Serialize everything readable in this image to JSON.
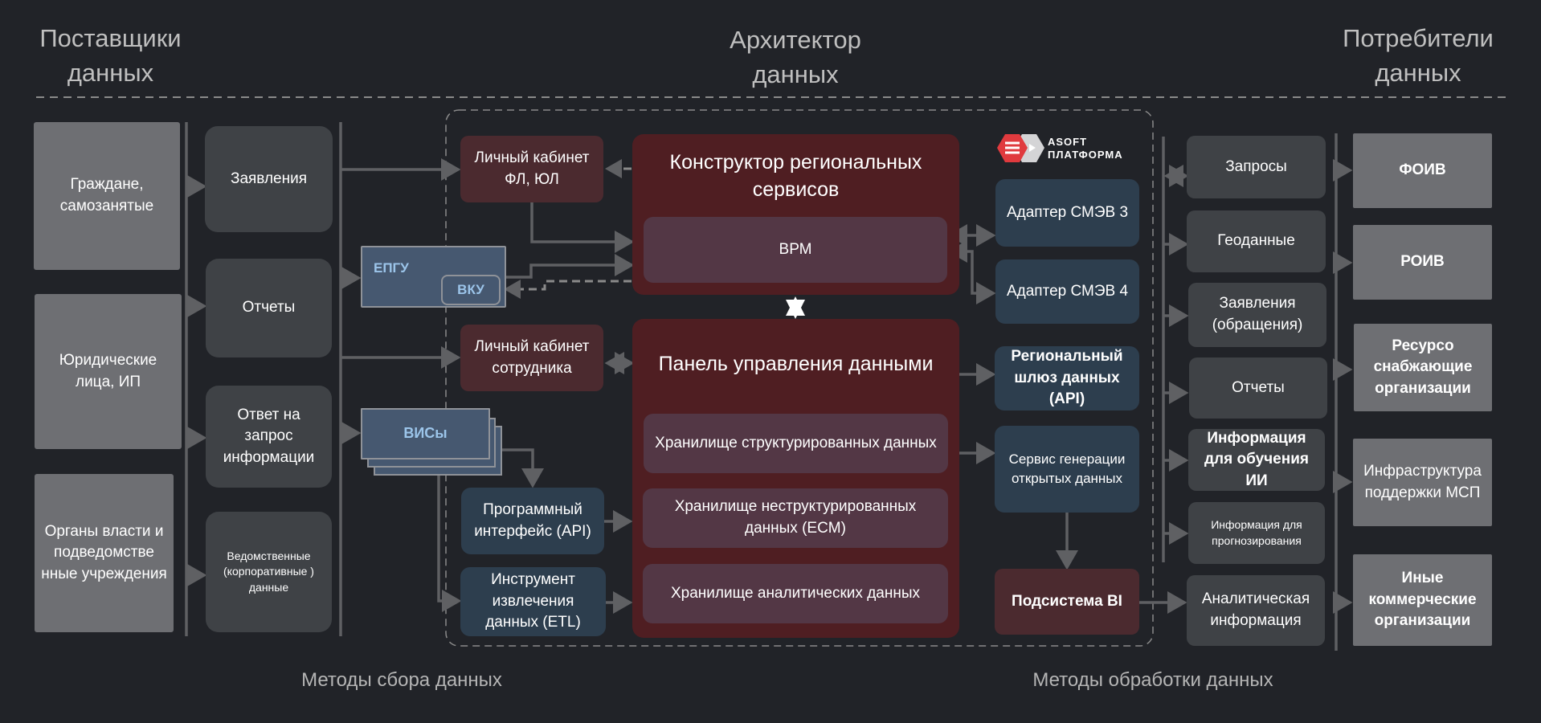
{
  "headers": {
    "providers": "Поставщики данных",
    "architect": "Архитектор данных",
    "consumers": "Потребители данных"
  },
  "footers": {
    "collection": "Методы сбора данных",
    "processing": "Методы обработки данных"
  },
  "providers": [
    "Граждане, самозанятые",
    "Юридические лица, ИП",
    "Органы власти и подведомстве нные учреждения"
  ],
  "data_types": [
    "Заявления",
    "Отчеты",
    "Ответ на запрос информации",
    "Ведомственные (корпоративные ) данные"
  ],
  "channels": {
    "epgu": "ЕПГУ",
    "vku": "ВКУ",
    "vis": "ВИСы"
  },
  "cabinets": {
    "citizen": "Личный кабинет ФЛ, ЮЛ",
    "employee": "Личный кабинет сотрудника"
  },
  "ingest": {
    "api": "Программный интерфейс (API)",
    "etl": "Инструмент извлечения данных (ETL)"
  },
  "constructor": {
    "title": "Конструктор региональных сервисов",
    "vrm": "ВРМ"
  },
  "panel": {
    "title": "Панель управления данными",
    "stores": [
      "Хранилище структурированных данных",
      "Хранилище неструктурированных данных (ECM)",
      "Хранилище аналитических данных"
    ]
  },
  "logo": {
    "line1": "ASOFT",
    "line2": "ПЛАТФОРМА",
    "color": "#e03a3e"
  },
  "services": {
    "smev3": "Адаптер СМЭВ 3",
    "smev4": "Адаптер СМЭВ 4",
    "gateway": "Региональный шлюз данных (API)",
    "opendata": "Сервис генерации открытых данных",
    "bi": "Подсистема BI"
  },
  "outputs": [
    "Запросы",
    "Геоданные",
    "Заявления (обращения)",
    "Отчеты",
    "Информация для обучения ИИ",
    "Информация для прогнозирования",
    "Аналитическая информация"
  ],
  "consumers": [
    "ФОИВ",
    "РОИВ",
    "Ресурсо снабжающие организации",
    "Инфраструктура поддержки МСП",
    "Иные коммерческие организации"
  ],
  "colors": {
    "background": "#212328",
    "maroon": "#4f1e22",
    "navy": "#2d3e4e",
    "accent_blue": "#9cc5ea",
    "connector": "#5f6063"
  }
}
